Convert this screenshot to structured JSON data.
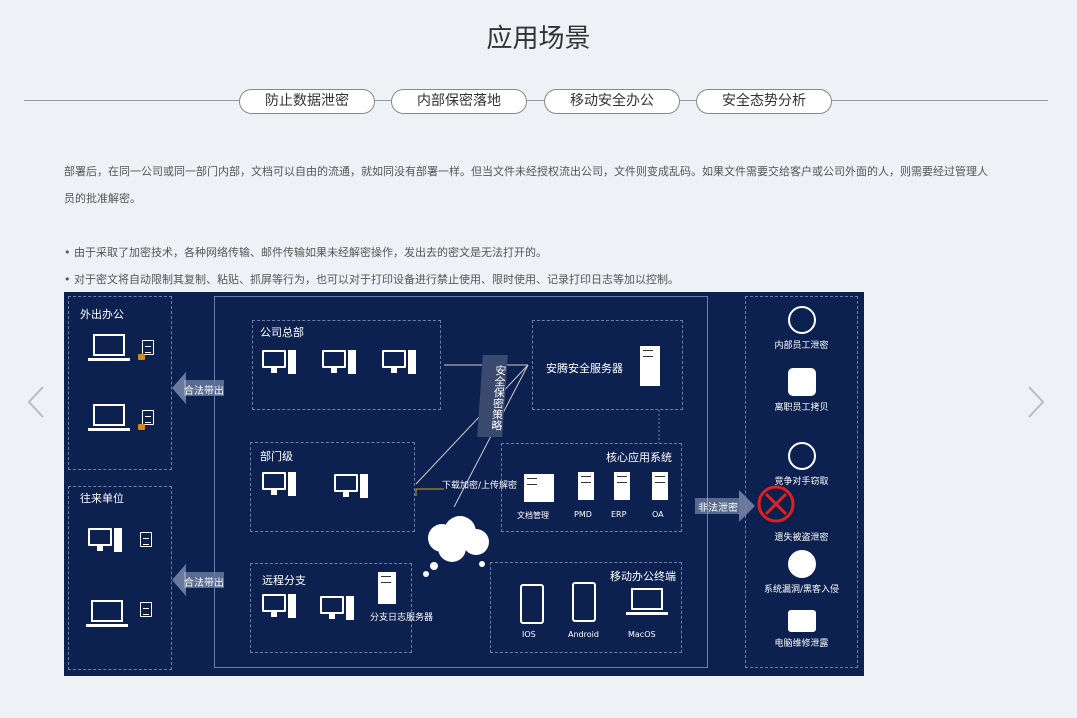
{
  "page_title": "应用场景",
  "tabs": [
    "防止数据泄密",
    "内部保密落地",
    "移动安全办公",
    "安全态势分析"
  ],
  "intro": [
    "部署后，在同一公司或同一部门内部，文档可以自由的流通，就如同没有部署一样。但当文件未经授权流出公司，文件则变成乱码。如果文件需要交给客户或公司外面的人，则需要经过管理人",
    "员的批准解密。"
  ],
  "bullets": [
    "• 由于采取了加密技术，各种网络传输、邮件传输如果未经解密操作，发出去的密文是无法打开的。",
    "• 对于密文将自动限制其复制、粘贴、抓屏等行为，也可以对于打印设备进行禁止使用、限时使用、记录打印日志等加以控制。"
  ],
  "diagram": {
    "out_office": "外出办公",
    "partner": "往来单位",
    "legal_out": "合法带出",
    "hq": "公司总部",
    "server": "安腾安全服务器",
    "policy": "安全保密策略",
    "dept": "部门级",
    "core": "核心应用系统",
    "core_items": [
      "文档管理",
      "PMD",
      "ERP",
      "OA"
    ],
    "download": "下载加密/上传解密",
    "branch": "远程分支",
    "branch_server": "分支日志服务器",
    "mobile": "移动办公终端",
    "mobile_items": [
      "IOS",
      "Android",
      "MacOS"
    ],
    "illegal": "非法泄密",
    "risks": [
      "内部员工泄密",
      "离职员工拷贝",
      "竞争对手窃取",
      "遗失被盗泄密",
      "系统漏洞/黑客入侵",
      "电脑维修泄露"
    ]
  },
  "nav": {
    "prev": "chevron-left",
    "next": "chevron-right"
  }
}
